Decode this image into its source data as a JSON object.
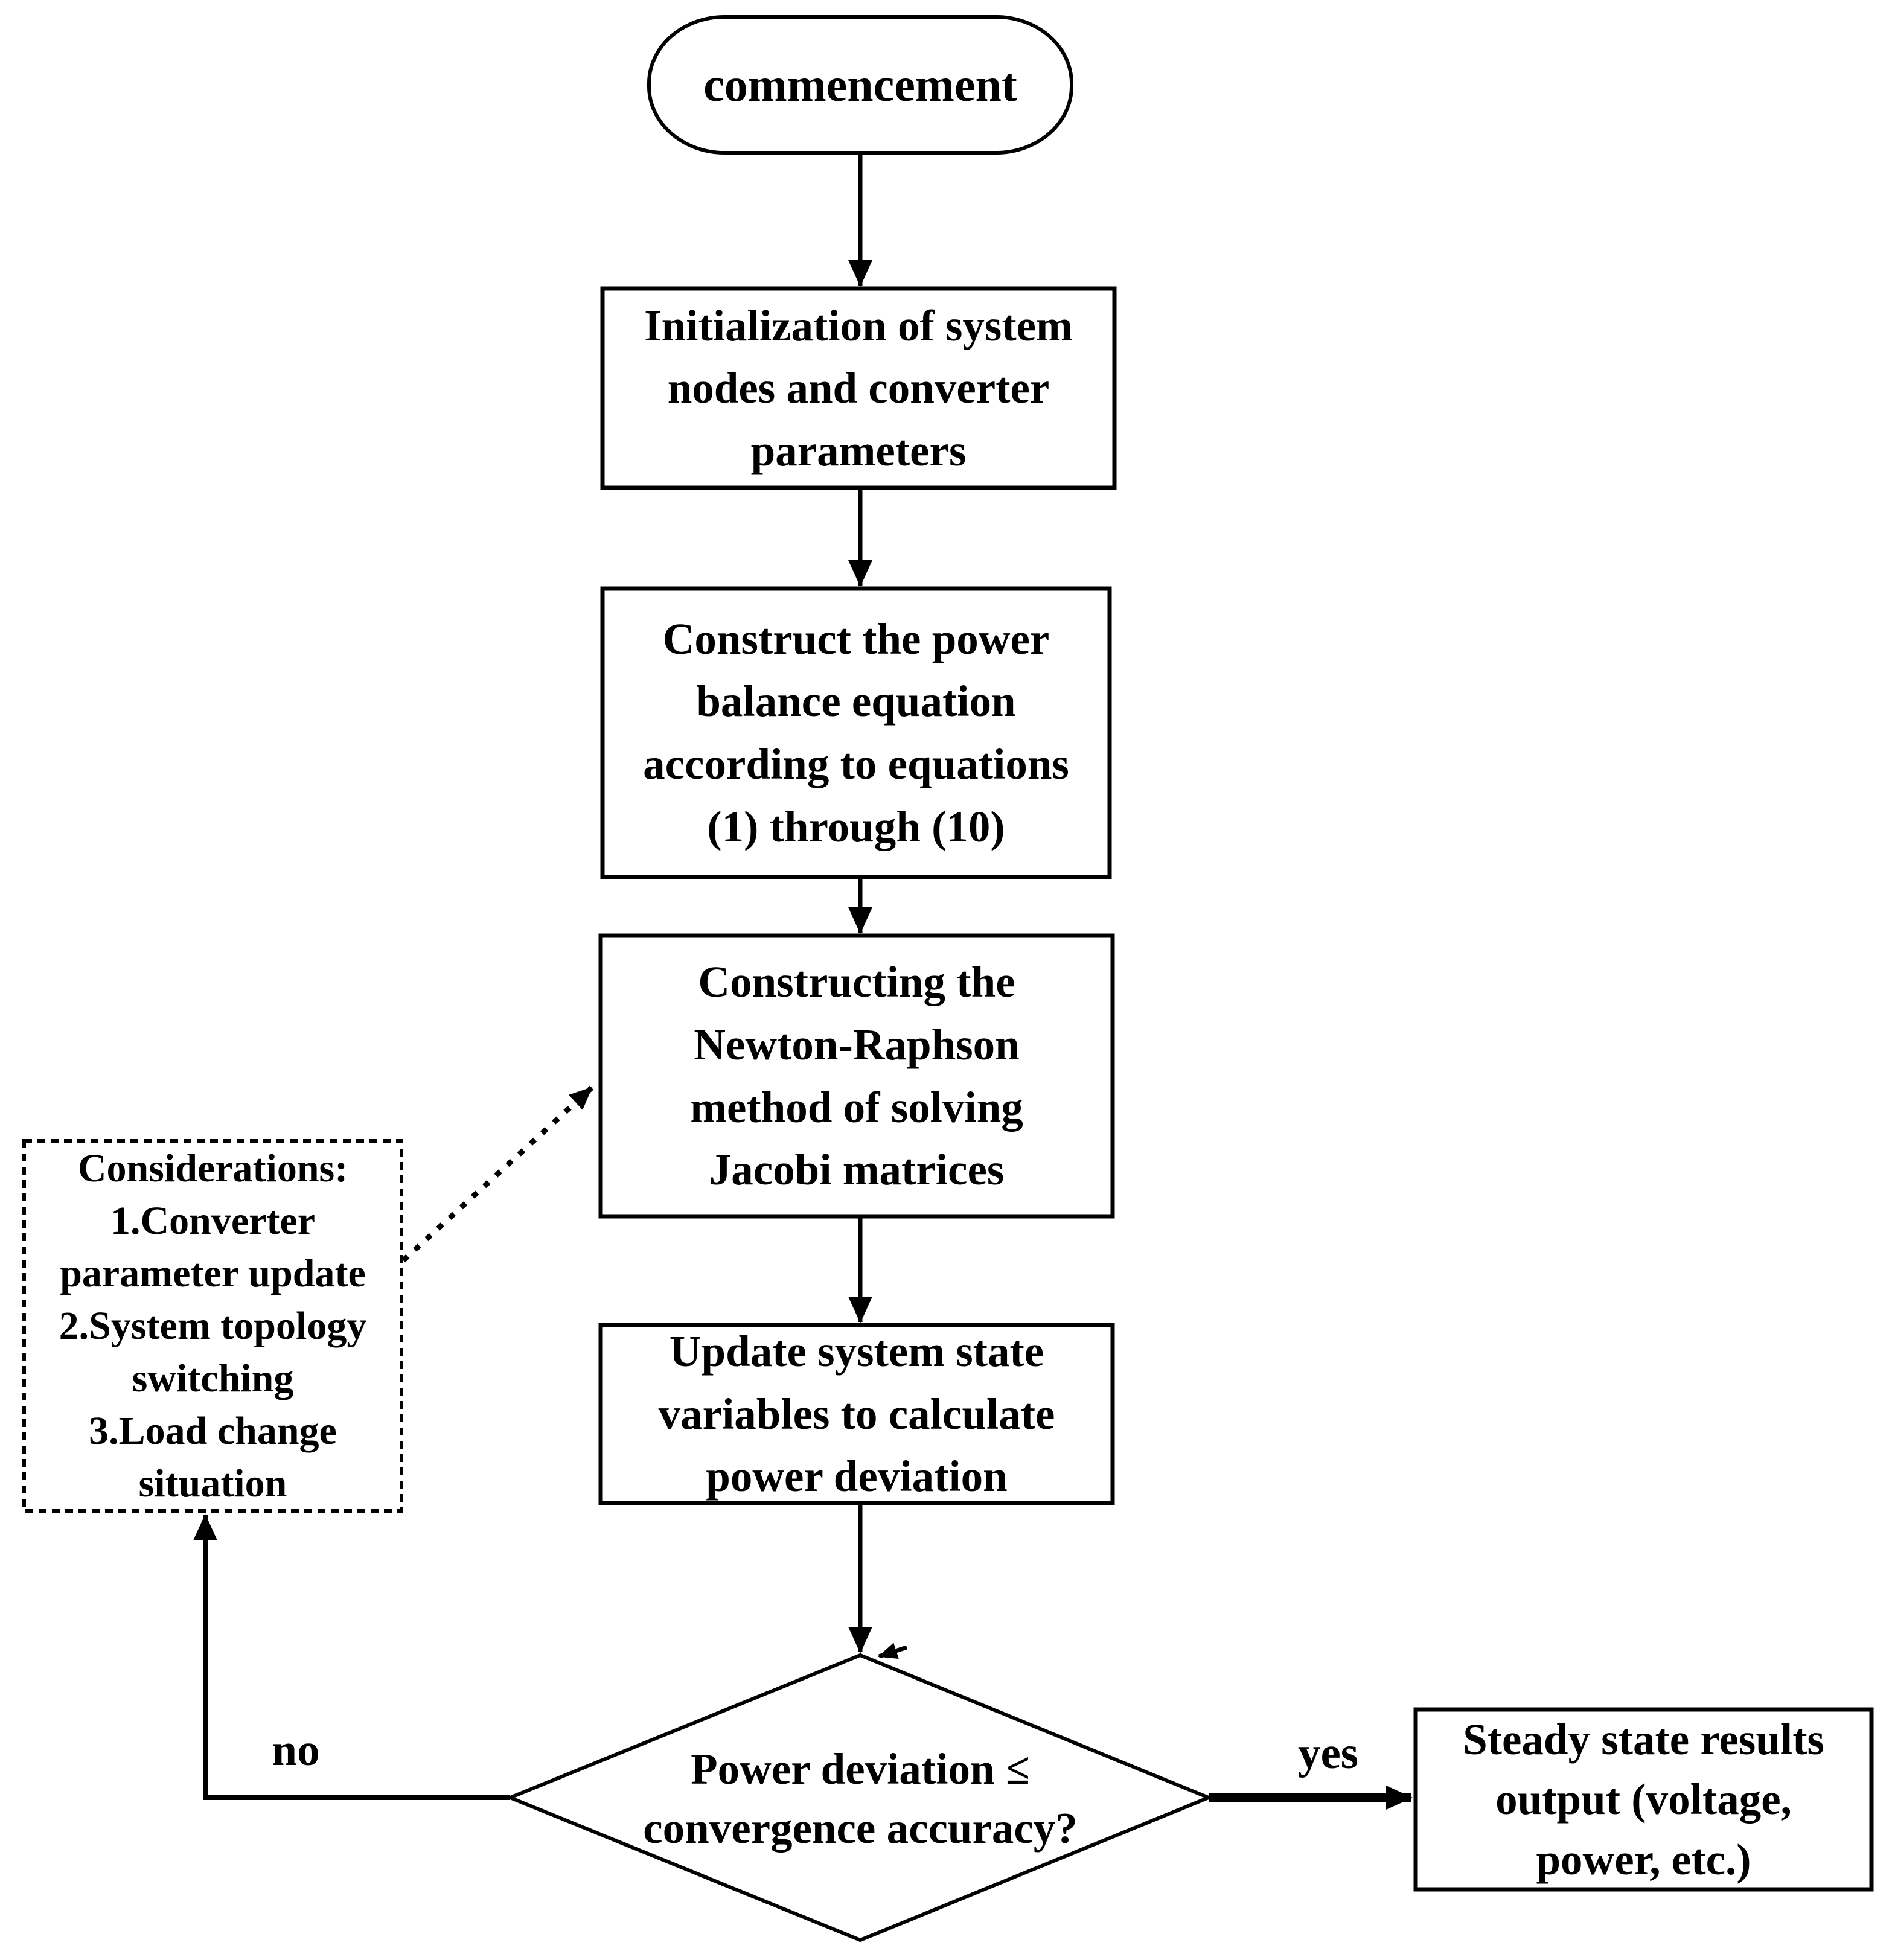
{
  "nodes": {
    "start": {
      "label": "commencement"
    },
    "init": {
      "lines": [
        "Initialization of system",
        "nodes and converter",
        "parameters"
      ]
    },
    "construct": {
      "lines": [
        "Construct the power",
        "balance equation",
        "according to equations",
        "(1) through (10)"
      ]
    },
    "newton": {
      "lines": [
        "Constructing the",
        "Newton-Raphson",
        "method of solving",
        "Jacobi matrices"
      ]
    },
    "update": {
      "lines": [
        "Update system state",
        "variables to calculate",
        "power deviation"
      ]
    },
    "decision": {
      "lines": [
        "Power deviation ≤",
        "convergence accuracy?"
      ]
    },
    "output": {
      "lines": [
        "Steady state results",
        "output (voltage,",
        "power, etc.)"
      ]
    },
    "considerations": {
      "lines": [
        "Considerations:",
        "1.Converter",
        "parameter update",
        "2.System topology",
        "switching",
        "3.Load change",
        "situation"
      ]
    }
  },
  "edges": {
    "no_label": "no",
    "yes_label": "yes"
  },
  "colors": {
    "stroke": "#000000",
    "background": "#ffffff"
  }
}
